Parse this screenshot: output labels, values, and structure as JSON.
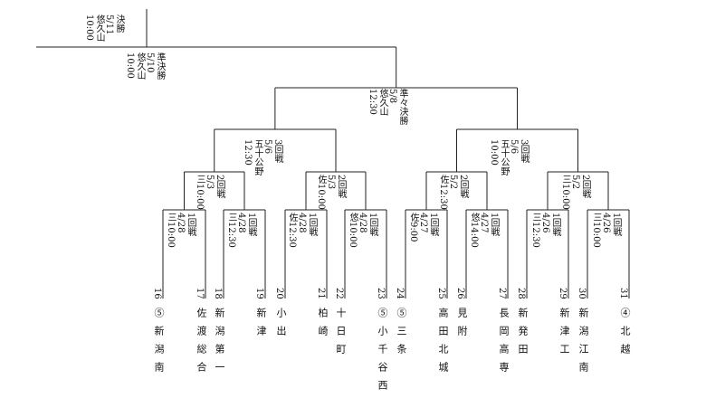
{
  "colors": {
    "line": "#222222",
    "text": "#111111"
  },
  "rounds": {
    "final": {
      "lines": [
        "決勝",
        "5/11",
        "悠久山",
        "10:00"
      ]
    },
    "semi": {
      "lines": [
        "準決勝",
        "5/10",
        "悠久山",
        "10:00"
      ]
    },
    "quarter": {
      "lines": [
        "準々決勝",
        "5/8",
        "悠久山",
        "12:30"
      ]
    },
    "r3": [
      {
        "lines": [
          "3回戦",
          "5/6",
          "五十公野",
          "12:30"
        ]
      },
      {
        "lines": [
          "3回戦",
          "5/6",
          "五十公野",
          "10:00"
        ]
      }
    ],
    "r2": [
      {
        "lines": [
          "2回戦",
          "5/3",
          "三10:00"
        ]
      },
      {
        "lines": [
          "2回戦",
          "5/3",
          "佐10:00"
        ]
      },
      {
        "lines": [
          "2回戦",
          "5/2",
          "佐12:30"
        ]
      },
      {
        "lines": [
          "2回戦",
          "5/2",
          "三10:00"
        ]
      }
    ],
    "r1": [
      {
        "lines": [
          "1回戦",
          "4/28",
          "三10:00"
        ]
      },
      {
        "lines": [
          "1回戦",
          "4/28",
          "三12:30"
        ]
      },
      {
        "lines": [
          "1回戦",
          "4/28",
          "佐12:30"
        ]
      },
      {
        "lines": [
          "1回戦",
          "4/28",
          "悠10:00"
        ]
      },
      {
        "lines": [
          "1回戦",
          "4/27",
          "佐9:00"
        ]
      },
      {
        "lines": [
          "1回戦",
          "4/27",
          "悠14:00"
        ]
      },
      {
        "lines": [
          "1回戦",
          "4/26",
          "三12:30"
        ]
      },
      {
        "lines": [
          "1回戦",
          "4/26",
          "三10:00"
        ]
      }
    ]
  },
  "teams": [
    {
      "num": "16",
      "name": "⑤新潟南"
    },
    {
      "num": "17",
      "name": "佐渡総合"
    },
    {
      "num": "18",
      "name": "新潟第一"
    },
    {
      "num": "19",
      "name": "新津"
    },
    {
      "num": "20",
      "name": "小出"
    },
    {
      "num": "21",
      "name": "柏崎"
    },
    {
      "num": "22",
      "name": "十日町"
    },
    {
      "num": "23",
      "name": "⑤小千谷西"
    },
    {
      "num": "24",
      "name": "⑤三条"
    },
    {
      "num": "25",
      "name": "高田北城"
    },
    {
      "num": "26",
      "name": "見附"
    },
    {
      "num": "27",
      "name": "長岡高専"
    },
    {
      "num": "28",
      "name": "新発田"
    },
    {
      "num": "29",
      "name": "新津工"
    },
    {
      "num": "30",
      "name": "新潟江南"
    },
    {
      "num": "31",
      "name": "④北越"
    }
  ]
}
